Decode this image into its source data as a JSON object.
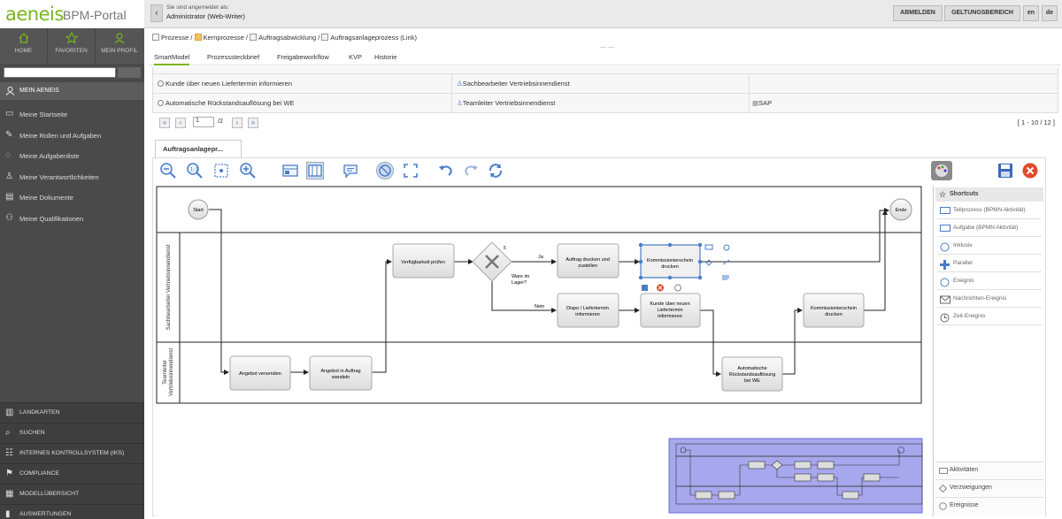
{
  "brand": {
    "logo": "aeneis",
    "product": "BPM-Portal",
    "logo_color": "#7ab51d"
  },
  "header": {
    "logged_in_label": "Sie sind angemeldet als:",
    "user": "Administrator (Web-Writer)",
    "buttons": [
      "ABMELDEN",
      "GELTUNGSBEREICH",
      "en",
      "de"
    ]
  },
  "topnav": [
    {
      "label": "HOME",
      "icon": "home-icon"
    },
    {
      "label": "FAVORITEN",
      "icon": "star-icon"
    },
    {
      "label": "MEIN PROFIL",
      "icon": "user-icon"
    }
  ],
  "sidebar": {
    "section": "MEIN AENEIS",
    "items": [
      {
        "label": "Meine Startseite",
        "icon": "page-icon"
      },
      {
        "label": "Meine Rollen und Aufgaben",
        "icon": "edit-icon"
      },
      {
        "label": "Meine Aufgabenliste",
        "icon": "bulb-icon"
      },
      {
        "label": "Meine Verantwortlichkeiten",
        "icon": "user-icon"
      },
      {
        "label": "Meine Dokumente",
        "icon": "document-icon"
      },
      {
        "label": "Meine Qualifikationen",
        "icon": "people-icon"
      }
    ],
    "bottom": [
      {
        "label": "LANDKARTEN",
        "icon": "map-icon"
      },
      {
        "label": "SUCHEN",
        "icon": "search-icon"
      },
      {
        "label": "INTERNES KONTROLLSYSTEM (IKS)",
        "icon": "checklist-icon"
      },
      {
        "label": "COMPLIANCE",
        "icon": "compliance-icon"
      },
      {
        "label": "MODELLÜBERSICHT",
        "icon": "grid-icon"
      },
      {
        "label": "AUSWERTUNGEN",
        "icon": "chart-icon"
      }
    ]
  },
  "breadcrumb": [
    "Prozesse",
    "Kernprozesse",
    "Auftragsabwicklung",
    "Auftragsanlageprozess (Link)"
  ],
  "tabs": [
    "SmartModel",
    "Prozesssteckbrief",
    "Freigabeworkflow",
    "KVP",
    "Historie"
  ],
  "table": {
    "rows": [
      {
        "activity": "Kunde über neuen Liefertermin informieren",
        "role": "Sachbearbeiter Vertriebsinnendienst",
        "system": ""
      },
      {
        "activity": "Automatische Rückstandsauflösung bei WE",
        "role": "Teamleiter Vertriebsinnendienst",
        "system": "SAP"
      }
    ],
    "pager": {
      "page": "1",
      "of": "/2",
      "range": "[ 1 - 10 / 12 ]"
    }
  },
  "modeler": {
    "tab": "Auftragsanlagepr...",
    "lanes": [
      "Sachbearbeiter Vertriebsinnendienst",
      "Teamleiter Vertriebsinnendienst"
    ],
    "nodes": {
      "start": "Start",
      "end": "Ende",
      "verf": "Verfügbarkeit prüfen",
      "gw_q": "Ware im Lager?",
      "gw_ja": "Ja",
      "gw_nein": "Nein",
      "gw_num": "5",
      "auftrag": "Auftrag drucken und zustellen",
      "komm1": "Kommissionierschein drucken",
      "dispo": "Dispo / Liefertermin informieren",
      "kunde": "Kunde über neuen Liefertermin informieren",
      "komm2": "Kommissionierschein drucken",
      "angebot": "Angebot versenden",
      "angebot2": "Angebot in Auftrag wandeln",
      "auto": "Automatische Rückstandsauflösung bei WE"
    },
    "shortcuts": {
      "title": "Shortcuts",
      "items": [
        "Teilprozess (BPMN Aktivität)",
        "Aufgabe (BPMN Aktivität)",
        "Inklusiv",
        "Parallel",
        "Ereignis",
        "Nachrichten-Ereignis",
        "Zeit-Ereignis"
      ],
      "bottom": [
        "Aktivitäten",
        "Verzweigungen",
        "Ereignisse"
      ]
    }
  }
}
